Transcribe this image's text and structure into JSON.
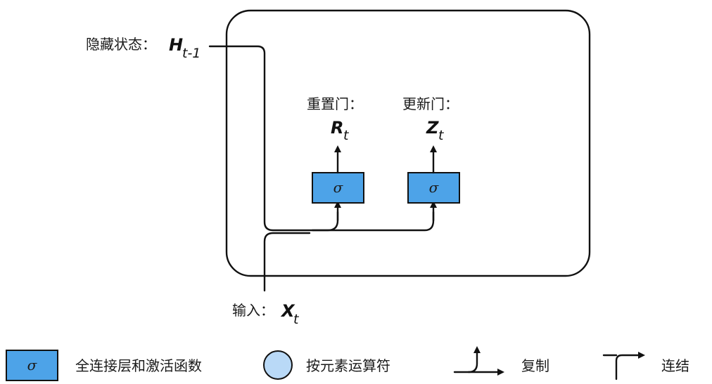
{
  "hidden_state": {
    "label": "隐藏状态：",
    "var": "H",
    "sub": "t-1"
  },
  "reset_gate": {
    "label": "重置门：",
    "var": "R",
    "sub": "t"
  },
  "update_gate": {
    "label": "更新门：",
    "var": "Z",
    "sub": "t"
  },
  "input": {
    "label": "输入：",
    "var": "X",
    "sub": "t"
  },
  "sigma_symbol": "σ",
  "legend": {
    "fc_layer": {
      "symbol": "σ",
      "label": "全连接层和激活函数"
    },
    "elementwise": {
      "label": "按元素运算符"
    },
    "copy": {
      "label": "复制"
    },
    "concat": {
      "label": "连结"
    }
  },
  "colors": {
    "fc_box": "#4da3e8",
    "elementwise_circle": "#b9d9f7",
    "stroke": "#111111"
  }
}
